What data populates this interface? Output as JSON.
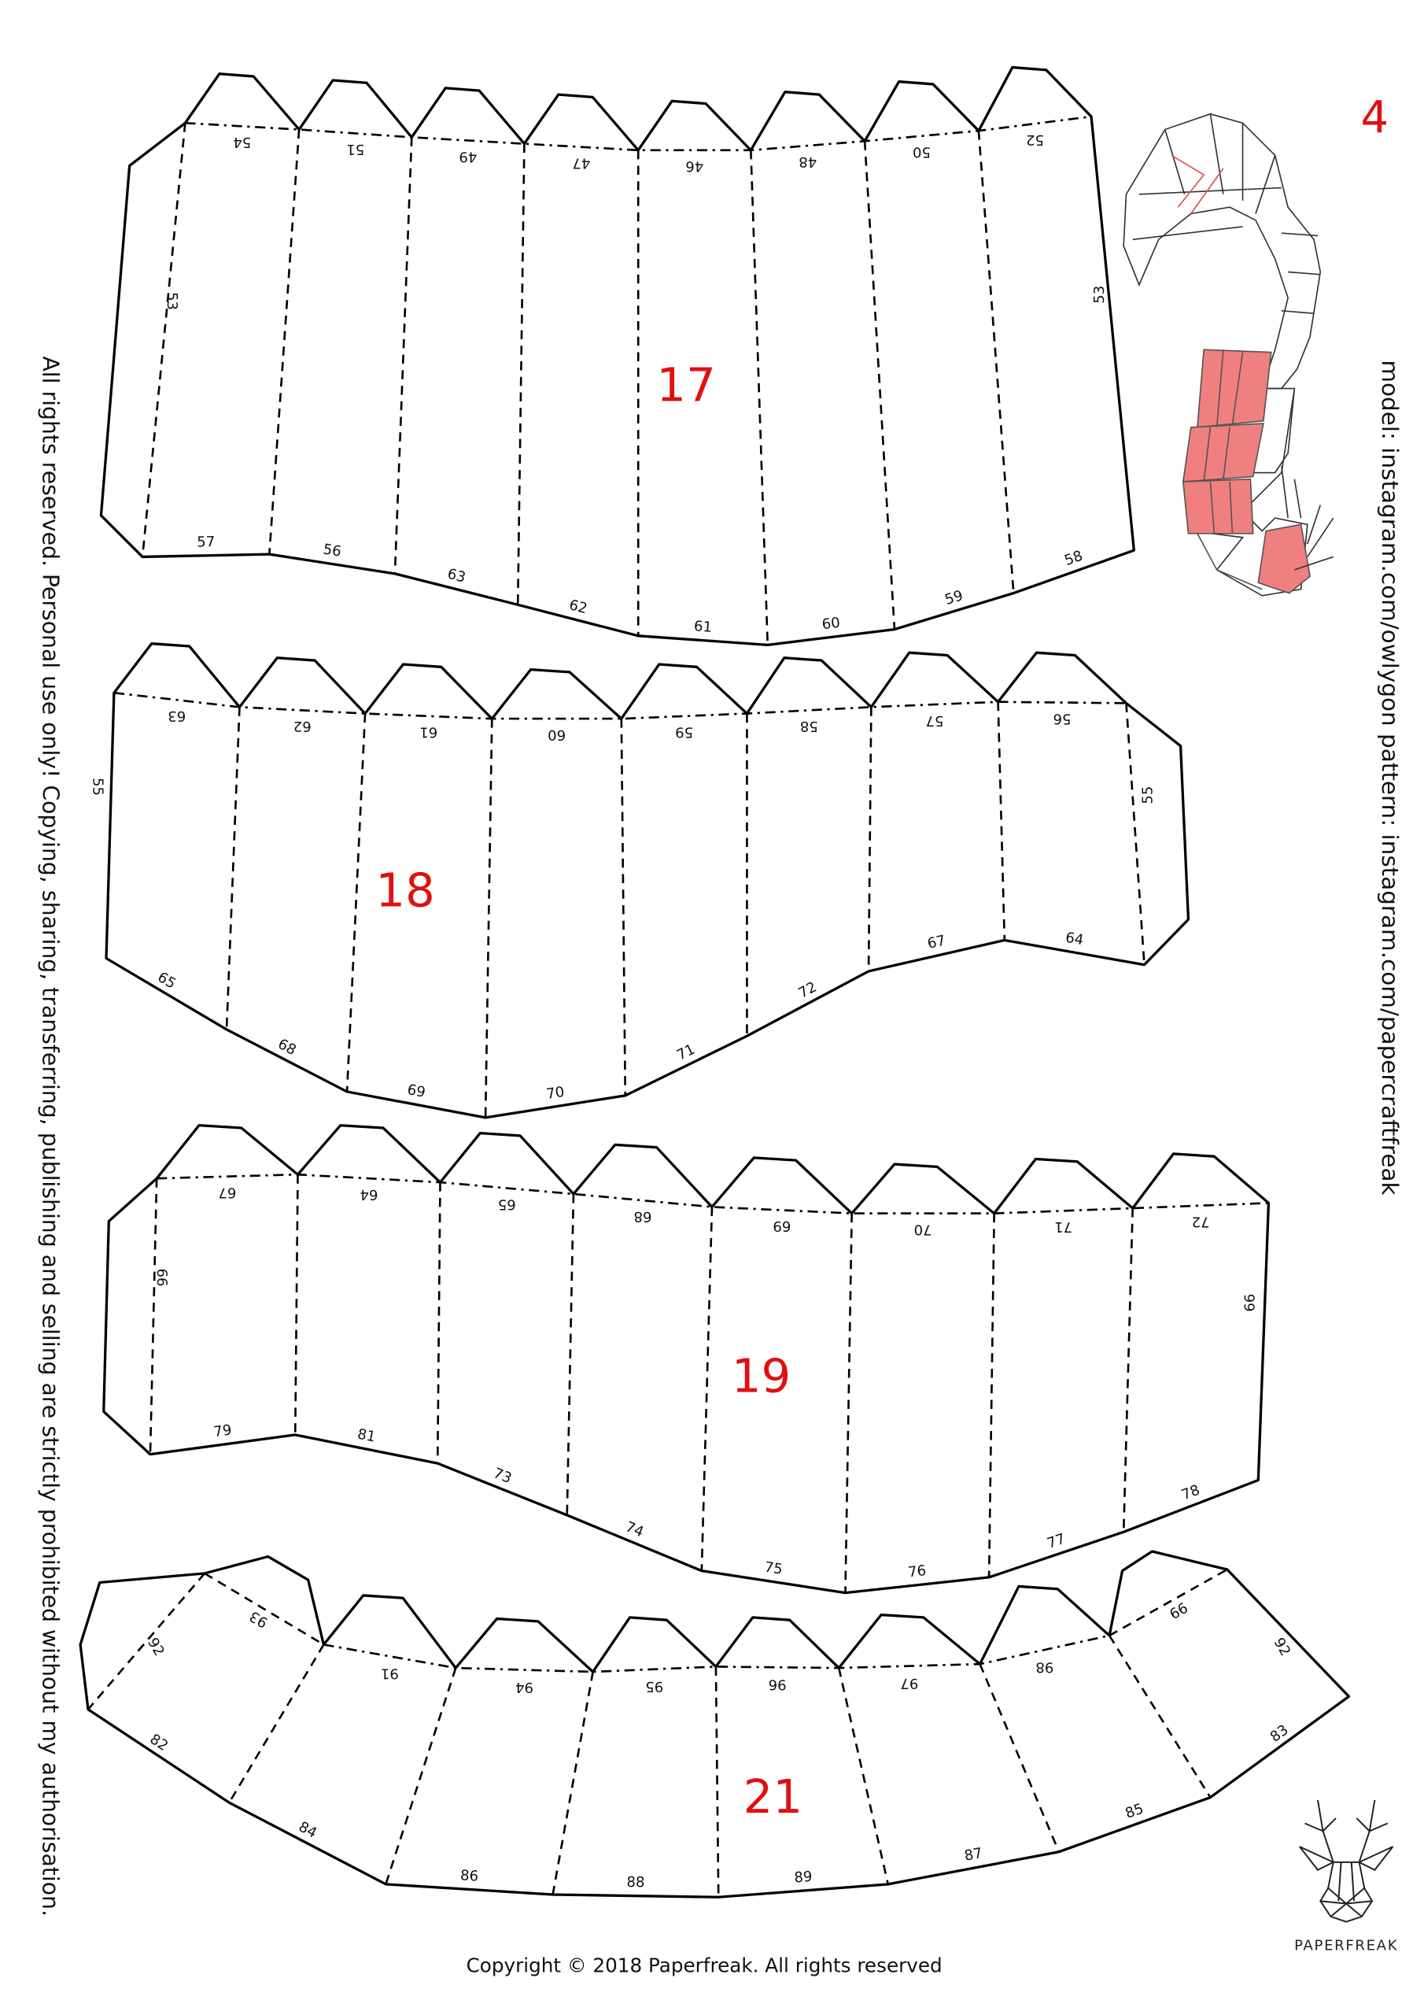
{
  "page_number": "4",
  "side_notice": "All rights reserved. Personal use only! Copying, sharing, transferring, publishing and selling are strictly prohibited without my authorisation.",
  "credits": "model: instagram.com/owlygon pattern:  instagram.com/papercraftfreak",
  "copyright": "Copyright © 2018 Paperfreak. All rights reserved",
  "logo_text": "PAPERFREAK",
  "colors": {
    "accent": "#e01010",
    "model_fill": "#f08080"
  },
  "pieces": [
    {
      "id": "17",
      "top_labels": [
        "54",
        "51",
        "49",
        "47",
        "46",
        "48",
        "50",
        "52"
      ],
      "left_label": "53",
      "right_label": "53",
      "bottom_labels": [
        "57",
        "56",
        "63",
        "62",
        "61",
        "60",
        "59",
        "58"
      ]
    },
    {
      "id": "18",
      "top_labels": [
        "63",
        "62",
        "61",
        "60",
        "59",
        "58",
        "57",
        "56"
      ],
      "left_label": "55",
      "right_label": "55",
      "bottom_labels": [
        "65",
        "68",
        "69",
        "70",
        "71",
        "72",
        "67",
        "64"
      ]
    },
    {
      "id": "19",
      "top_labels": [
        "67",
        "64",
        "65",
        "68",
        "69",
        "70",
        "71",
        "72"
      ],
      "left_label": "66",
      "right_label": "66",
      "bottom_labels": [
        "79",
        "81",
        "73",
        "74",
        "75",
        "76",
        "77",
        "78"
      ]
    },
    {
      "id": "21",
      "top_labels": [
        "93",
        "91",
        "94",
        "95",
        "96",
        "97",
        "98"
      ],
      "left_label": "92",
      "right_label": "92",
      "extra_labels": [
        "99"
      ],
      "bottom_labels": [
        "82",
        "84",
        "86",
        "88",
        "89",
        "87",
        "85",
        "83"
      ]
    }
  ]
}
